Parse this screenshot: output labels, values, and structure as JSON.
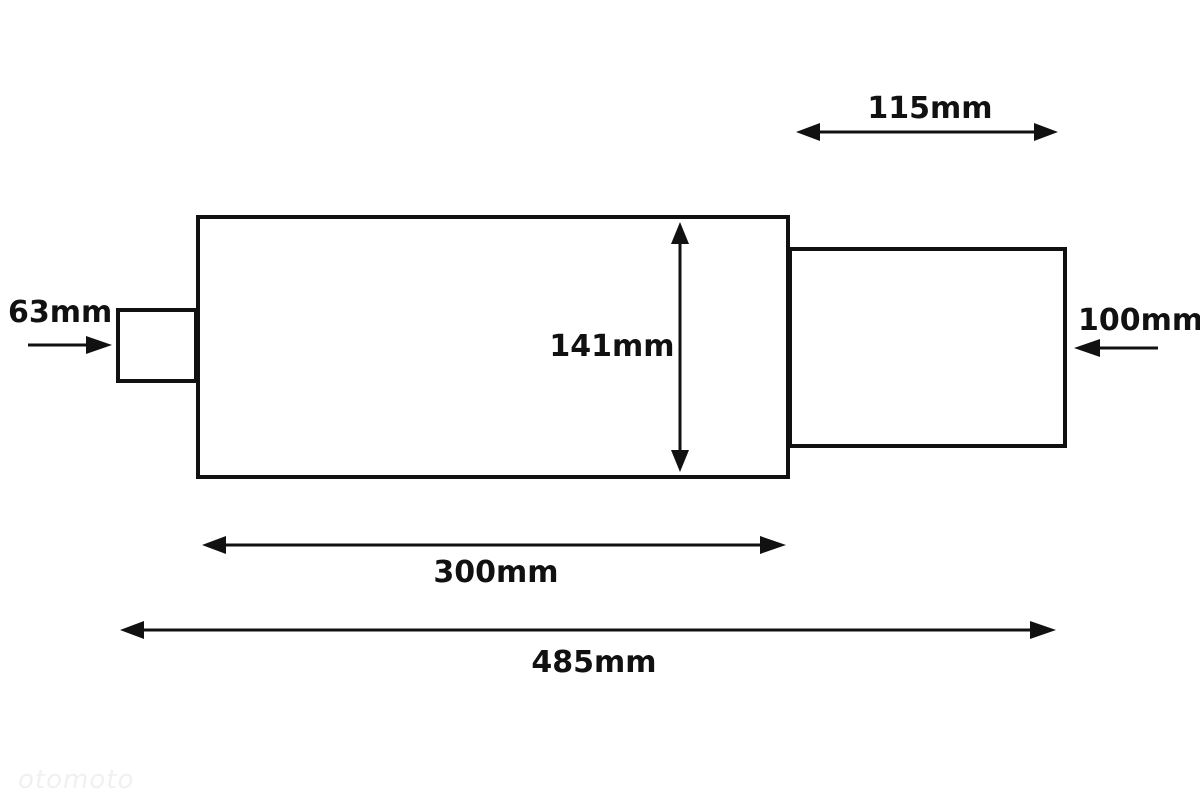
{
  "diagram": {
    "colors": {
      "line": "#111111",
      "background": "#ffffff"
    },
    "labels": {
      "inlet_diameter": "63mm",
      "body_diameter": "141mm",
      "outlet_diameter": "100mm",
      "outlet_length": "115mm",
      "body_length": "300mm",
      "total_length": "485mm"
    },
    "watermark": "otomoto"
  }
}
